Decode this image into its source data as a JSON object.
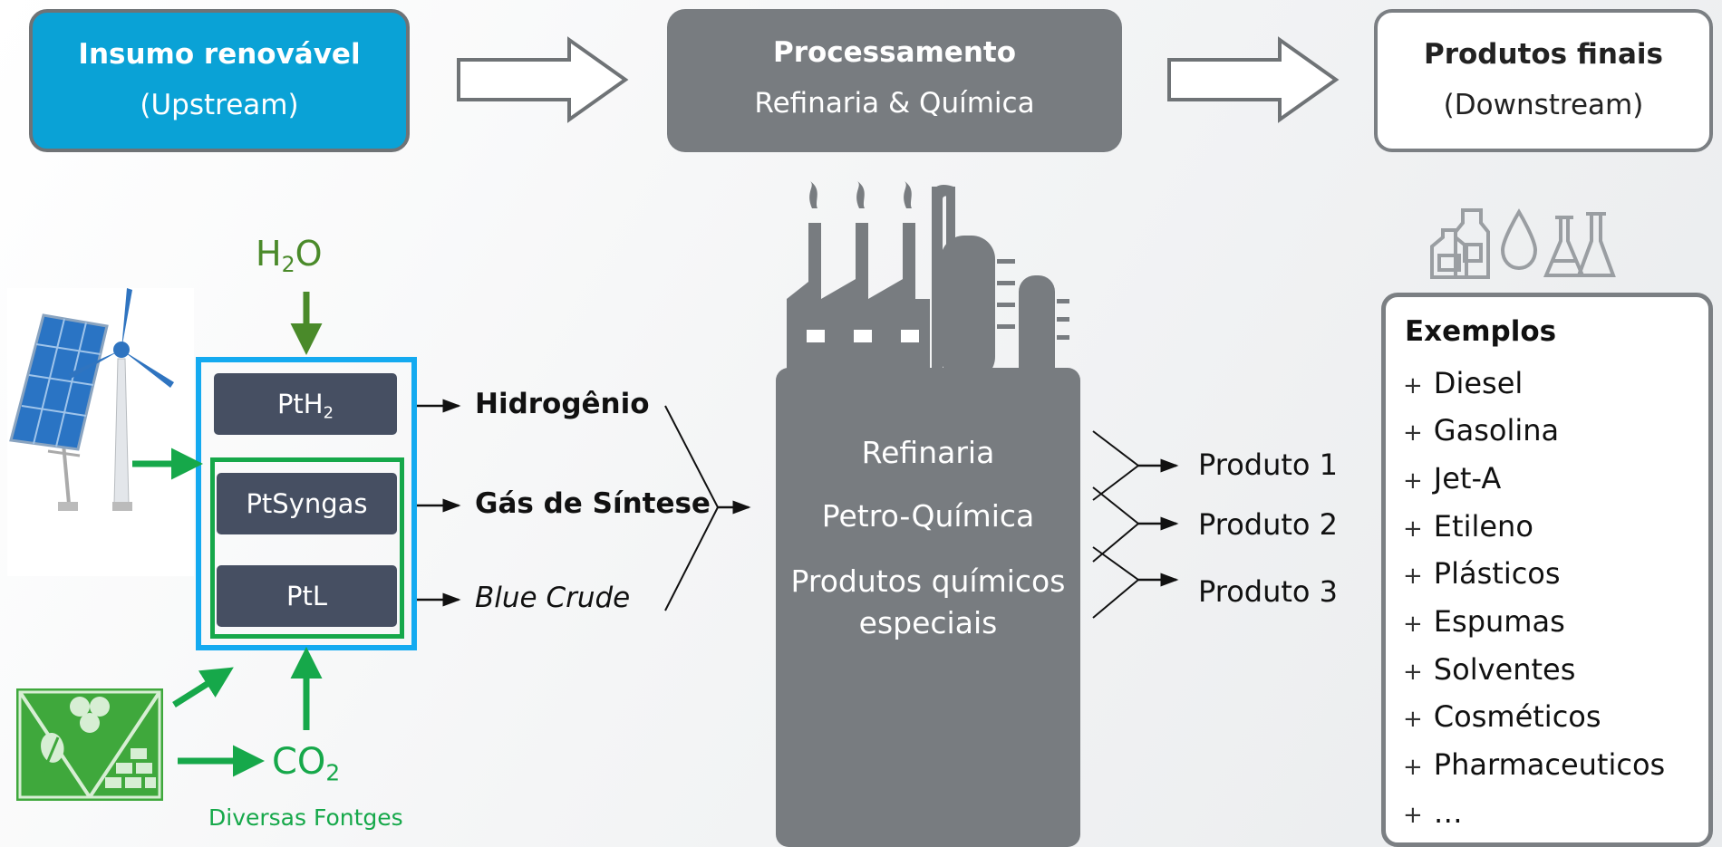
{
  "headers": {
    "upstream": {
      "title": "Insumo renovável",
      "subtitle": "(Upstream)"
    },
    "processing": {
      "title": "Processamento",
      "subtitle": "Refinaria & Química"
    },
    "downstream": {
      "title": "Produtos finais",
      "subtitle": "(Downstream)"
    }
  },
  "inputs": {
    "water": {
      "main": "H",
      "sub": "2",
      "tail": "O"
    },
    "co2": {
      "main": "CO",
      "sub": "2"
    },
    "co2_sources": "Diversas Fontges"
  },
  "pathways": {
    "pth2": {
      "main": "PtH",
      "sub": "2"
    },
    "ptsyngas": "PtSyngas",
    "ptl": "PtL"
  },
  "intermediates": {
    "hydrogen": "Hidrogênio",
    "syngas": "Gás de Síntese",
    "blue_crude": "Blue Crude"
  },
  "refinery": {
    "lines": [
      "Refinaria",
      "Petro-Química",
      "Produtos químicos",
      "especiais"
    ]
  },
  "products": [
    "Produto 1",
    "Produto 2",
    "Produto 3"
  ],
  "examples": {
    "title": "Exemplos",
    "plus": "+",
    "items": [
      "Diesel",
      "Gasolina",
      "Jet-A",
      "Etileno",
      "Plásticos",
      "Espumas",
      "Solventes",
      "Cosméticos",
      "Pharmaceuticos",
      "…"
    ]
  },
  "colors": {
    "upstream_blue": "#0aa2d6",
    "process_gray": "#787c80",
    "pt_box": "#464f62",
    "green": "#16a84a",
    "dark_green": "#4a8a2a",
    "frame_blue": "#14aaf0"
  }
}
